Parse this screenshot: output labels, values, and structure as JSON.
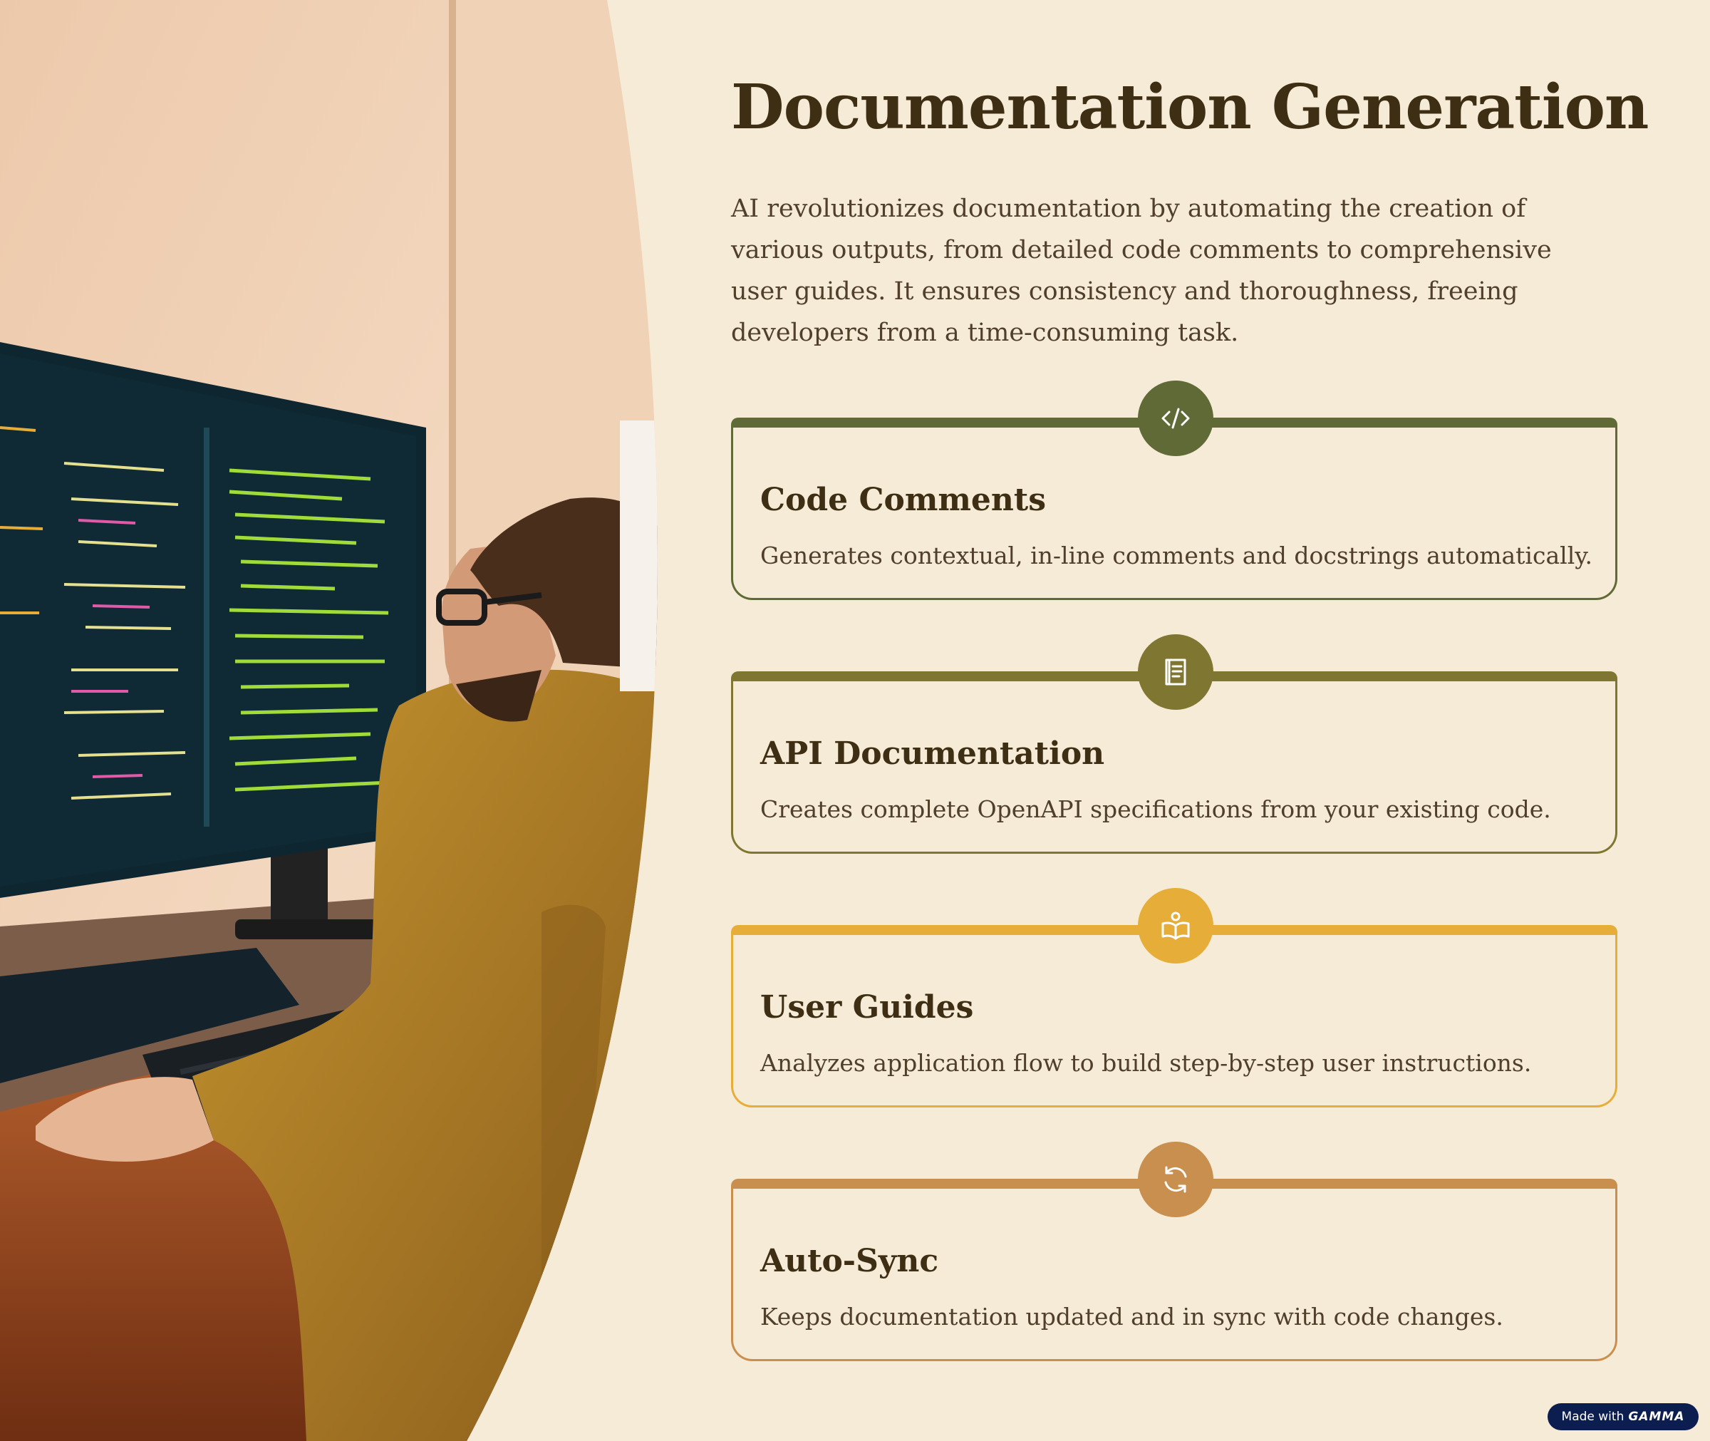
{
  "title": "Documentation Generation",
  "intro": "AI revolutionizes documentation by automating the creation of various outputs, from detailed code comments to comprehensive user guides. It ensures consistency and thoroughness, freeing developers from a time-consuming task.",
  "cards": [
    {
      "title": "Code Comments",
      "description": "Generates contextual, in-line comments and docstrings automatically.",
      "icon": "code-icon",
      "color": "#5f6a36"
    },
    {
      "title": "API Documentation",
      "description": "Creates complete OpenAPI specifications from your existing code.",
      "icon": "book-icon",
      "color": "#7f7631"
    },
    {
      "title": "User Guides",
      "description": "Analyzes application flow to build step-by-step user instructions.",
      "icon": "reader-icon",
      "color": "#e6ae38"
    },
    {
      "title": "Auto-Sync",
      "description": "Keeps documentation updated and in sync with code changes.",
      "icon": "refresh-icon",
      "color": "#c98f4f"
    }
  ],
  "badge": {
    "prefix": "Made with",
    "brand": "GAMMA"
  },
  "image": {
    "description": "Developer reviewing code on a large monitor",
    "colors": {
      "wall": "#f1d5bc",
      "desk": "#a5542a",
      "jacket": "#b07f2c",
      "screen": "#0f2a35",
      "code": "#9fdc3a"
    }
  }
}
